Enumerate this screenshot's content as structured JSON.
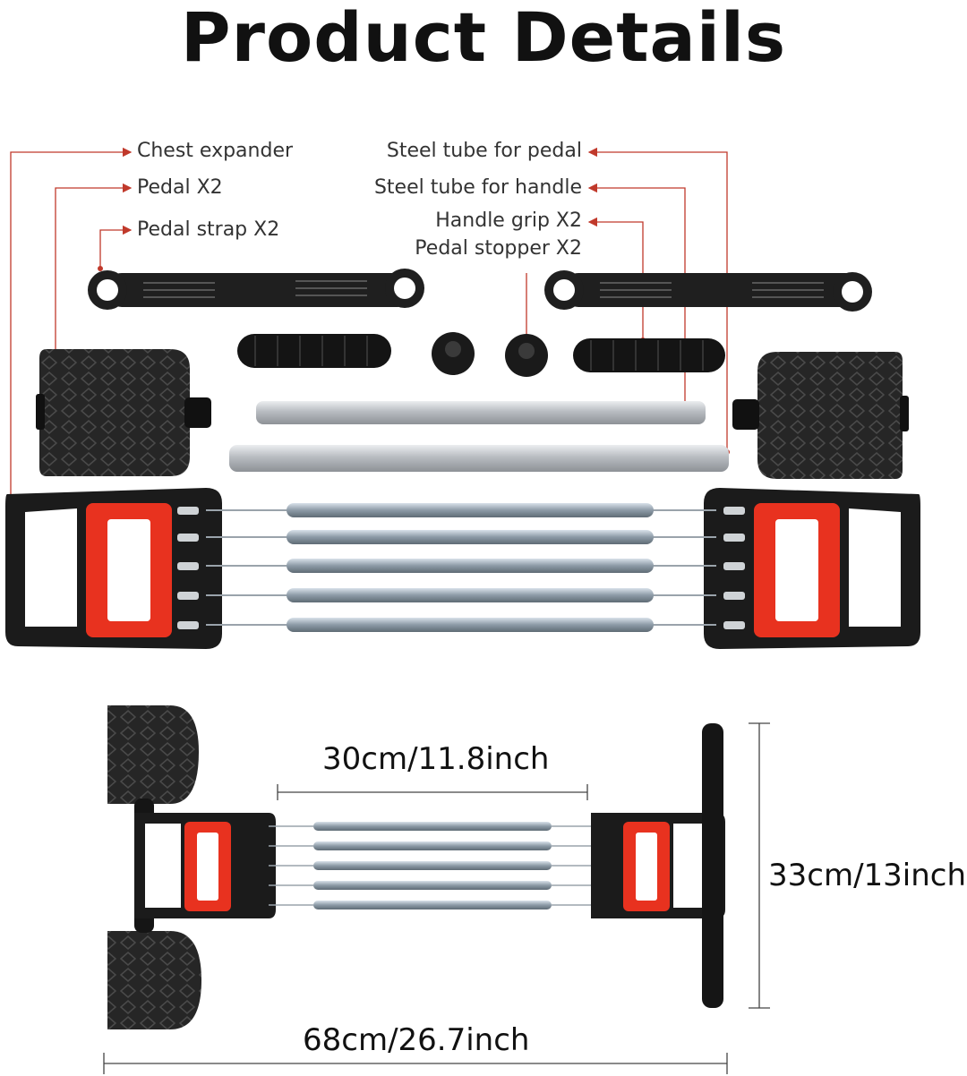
{
  "title": "Product Details",
  "parts": {
    "chest_expander": "Chest expander",
    "pedal": "Pedal X2",
    "pedal_strap": "Pedal strap X2",
    "steel_tube_pedal": "Steel tube for pedal",
    "steel_tube_handle": "Steel tube for handle",
    "handle_grip": "Handle grip X2",
    "pedal_stopper": "Pedal stopper X2"
  },
  "dimensions": {
    "spring_length": "30cm/11.8inch",
    "height": "33cm/13inch",
    "total_length": "68cm/26.7inch"
  },
  "colors": {
    "accent": "#c0392b",
    "handle_red": "#e8321f",
    "body_black": "#1b1b1b",
    "steel": "#c9ccd0"
  }
}
